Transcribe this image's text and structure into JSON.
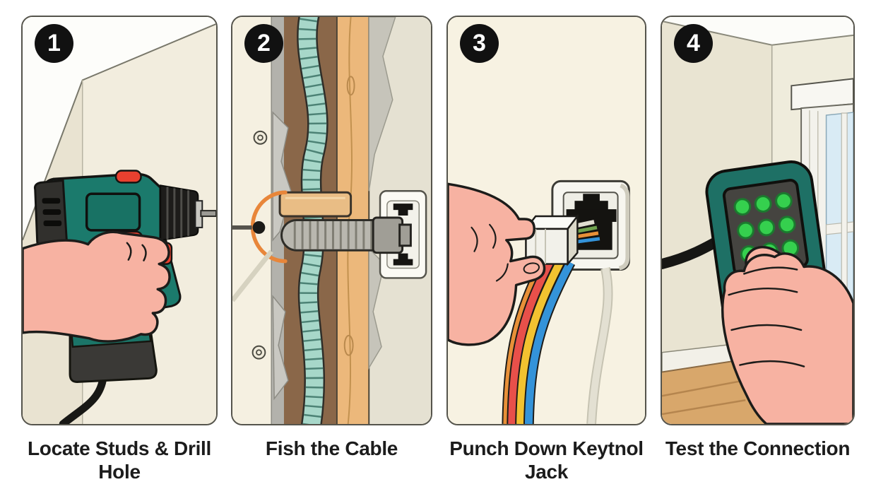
{
  "figure": {
    "type": "four-step-instructional-diagram",
    "topic": "in-wall ethernet keystone jack installation"
  },
  "steps": [
    {
      "number": "1",
      "caption": "Locate Studs & Drill\nHole",
      "illustration": "hand-drilling-wall-corner-with-teal-cordless-drill"
    },
    {
      "number": "2",
      "caption": "Fish the Cable",
      "illustration": "wall-cross-section-stud-cavity-with-fished-conduit-into-wall-plate"
    },
    {
      "number": "3",
      "caption": "Punch Down Keytnol\nJack",
      "illustration": "hand-inserting-white-keystone-jack-with-red-yellow-blue-wires-into-wall-plate"
    },
    {
      "number": "4",
      "caption": "Test the Connection",
      "illustration": "hand-holding-teal-network-cable-tester-with-nine-green-leds-by-window"
    }
  ],
  "colors": {
    "page_background": "#ffffff",
    "panel_border": "#55544c",
    "badge_background": "#111111",
    "badge_text": "#ffffff",
    "caption_text": "#1c1c1c",
    "panel_cream": "#f5f0e1",
    "tool_teal": "#1b7a6c",
    "accent_red": "#e8402f",
    "skin": "#f7b2a2",
    "cavity_brown": "#8a6749",
    "stud_wood": "#ecb87b",
    "loom_teal": "#a7d7c9",
    "drill_point_arc_orange": "#e8863a",
    "wire_red": "#e8504a",
    "wire_yellow": "#f2c230",
    "wire_blue": "#3493d9",
    "wire_orange": "#e89038",
    "led_green": "#35d04e",
    "tester_button_orange": "#f08e1e",
    "tester_button_grey": "#8f8d88",
    "window_glass_blue": "#d9ebf5",
    "floor_wood": "#d8a76b"
  }
}
